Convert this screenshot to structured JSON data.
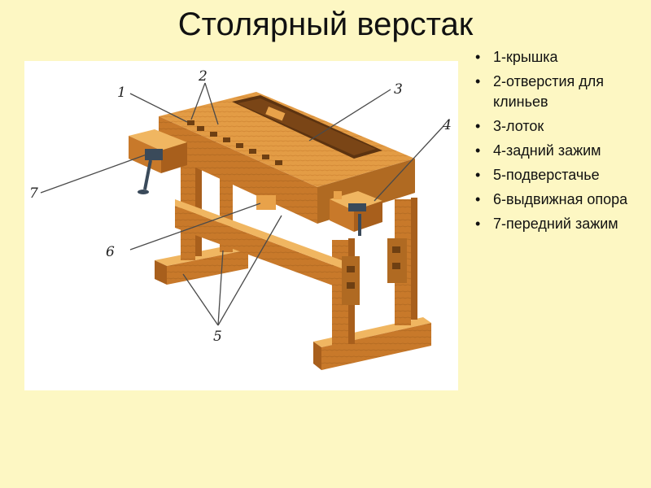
{
  "slide": {
    "title": "Столярный верстак"
  },
  "legend": {
    "items": [
      {
        "text": "1-крышка"
      },
      {
        "text": "2-отверстия для клиньев"
      },
      {
        "text": "3-лоток"
      },
      {
        "text": "4-задний зажим"
      },
      {
        "text": "5-подверстачье"
      },
      {
        "text": "6-выдвижная опора"
      },
      {
        "text": "7-передний зажим"
      }
    ]
  },
  "figure": {
    "callouts": [
      "1",
      "2",
      "3",
      "4",
      "5",
      "6",
      "7"
    ],
    "colors": {
      "wood_top": "#E8A24A",
      "wood_side": "#C8792A",
      "wood_dark": "#A85F1C",
      "wood_light": "#F0B661",
      "metal": "#3A4A5A",
      "leader": "#4A4A4A"
    }
  }
}
